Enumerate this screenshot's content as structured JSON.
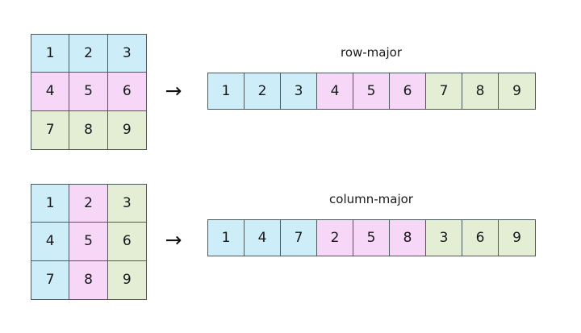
{
  "colors": {
    "background": "#ffffff",
    "border": "#4a5a5a",
    "text": "#16181a",
    "blue": "#cdeef8",
    "pink": "#f6d7f8",
    "green": "#e3eed4"
  },
  "arrow_glyph": "→",
  "sections": [
    {
      "id": "row-major",
      "caption": "row-major",
      "matrix": {
        "rows": 3,
        "cols": 3,
        "cells": [
          {
            "value": "1",
            "color": "blue"
          },
          {
            "value": "2",
            "color": "blue"
          },
          {
            "value": "3",
            "color": "blue"
          },
          {
            "value": "4",
            "color": "pink"
          },
          {
            "value": "5",
            "color": "pink"
          },
          {
            "value": "6",
            "color": "pink"
          },
          {
            "value": "7",
            "color": "green"
          },
          {
            "value": "8",
            "color": "green"
          },
          {
            "value": "9",
            "color": "green"
          }
        ]
      },
      "array": {
        "length": 9,
        "cells": [
          {
            "value": "1",
            "color": "blue"
          },
          {
            "value": "2",
            "color": "blue"
          },
          {
            "value": "3",
            "color": "blue"
          },
          {
            "value": "4",
            "color": "pink"
          },
          {
            "value": "5",
            "color": "pink"
          },
          {
            "value": "6",
            "color": "pink"
          },
          {
            "value": "7",
            "color": "green"
          },
          {
            "value": "8",
            "color": "green"
          },
          {
            "value": "9",
            "color": "green"
          }
        ]
      }
    },
    {
      "id": "column-major",
      "caption": "column-major",
      "matrix": {
        "rows": 3,
        "cols": 3,
        "cells": [
          {
            "value": "1",
            "color": "blue"
          },
          {
            "value": "2",
            "color": "pink"
          },
          {
            "value": "3",
            "color": "green"
          },
          {
            "value": "4",
            "color": "blue"
          },
          {
            "value": "5",
            "color": "pink"
          },
          {
            "value": "6",
            "color": "green"
          },
          {
            "value": "7",
            "color": "blue"
          },
          {
            "value": "8",
            "color": "pink"
          },
          {
            "value": "9",
            "color": "green"
          }
        ]
      },
      "array": {
        "length": 9,
        "cells": [
          {
            "value": "1",
            "color": "blue"
          },
          {
            "value": "4",
            "color": "blue"
          },
          {
            "value": "7",
            "color": "blue"
          },
          {
            "value": "2",
            "color": "pink"
          },
          {
            "value": "5",
            "color": "pink"
          },
          {
            "value": "8",
            "color": "pink"
          },
          {
            "value": "3",
            "color": "green"
          },
          {
            "value": "6",
            "color": "green"
          },
          {
            "value": "9",
            "color": "green"
          }
        ]
      }
    }
  ]
}
